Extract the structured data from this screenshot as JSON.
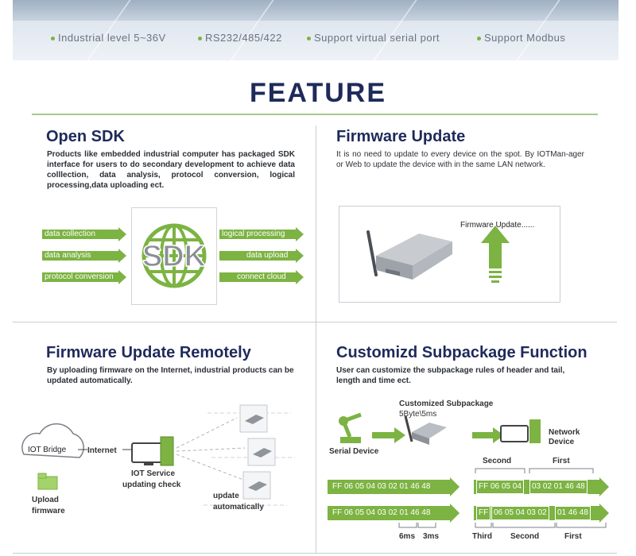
{
  "banner": {
    "features": [
      "Industrial level 5~36V",
      "RS232/485/422",
      "Support virtual serial port",
      "Support Modbus"
    ]
  },
  "heading": "FEATURE",
  "open_sdk": {
    "title": "Open SDK",
    "desc": "Products like embedded industrial computer has packaged SDK interface for users to do secondary development to achieve data colllection, data analysis, protocol conversion, logical processing,data uploading ect.",
    "left_arrows": [
      "data collection",
      "data analysis",
      "protocol conversion"
    ],
    "logo_text": "SDK",
    "right_arrows": [
      "logical processing",
      "data upload",
      "connect cloud"
    ]
  },
  "firmware_update": {
    "title": "Firmware Update",
    "desc": "It is no need to update to every device on the spot. By IOTMan-ager or Web to update the device with in the same LAN network.",
    "status": "Firmware Update......"
  },
  "remote": {
    "title": "Firmware Update Remotely",
    "desc": "By uploading firmware on the Internet, industrial products can be updated automatically.",
    "bridge": "IOT Bridge",
    "internet": "Internet",
    "upload_line1": "Upload",
    "upload_line2": "firmware",
    "service_line1": "IOT Service",
    "service_line2": "updating check",
    "auto_line1": "update",
    "auto_line2": "automatically"
  },
  "subpackage": {
    "title": "Customizd Subpackage Function",
    "desc": "User can customize the subpackage rules of header and tail, length and time ect.",
    "custom_line1": "Customized Subpackage",
    "custom_line2": "5Byte\\5ms",
    "serial_device": "Serial Device",
    "network_line1": "Network",
    "network_line2": "Device",
    "row1_in": "FF 06 05 04 03 02 01 46 48",
    "row1_out_a": "FF 06 05 04",
    "row1_out_b": "03 02 01 46 48",
    "row1_second": "Second",
    "row1_first": "First",
    "row2_in": "FF 06 05 04 03 02 01 46 48",
    "row2_out_a": "FF",
    "row2_out_b": "06 05 04 03 02",
    "row2_out_c": "01 46 48",
    "t_6ms": "6ms",
    "t_3ms": "3ms",
    "row2_third": "Third",
    "row2_second": "Second",
    "row2_first": "First"
  },
  "colors": {
    "accent_green": "#7cb342",
    "heading_navy": "#1e2a5a"
  }
}
